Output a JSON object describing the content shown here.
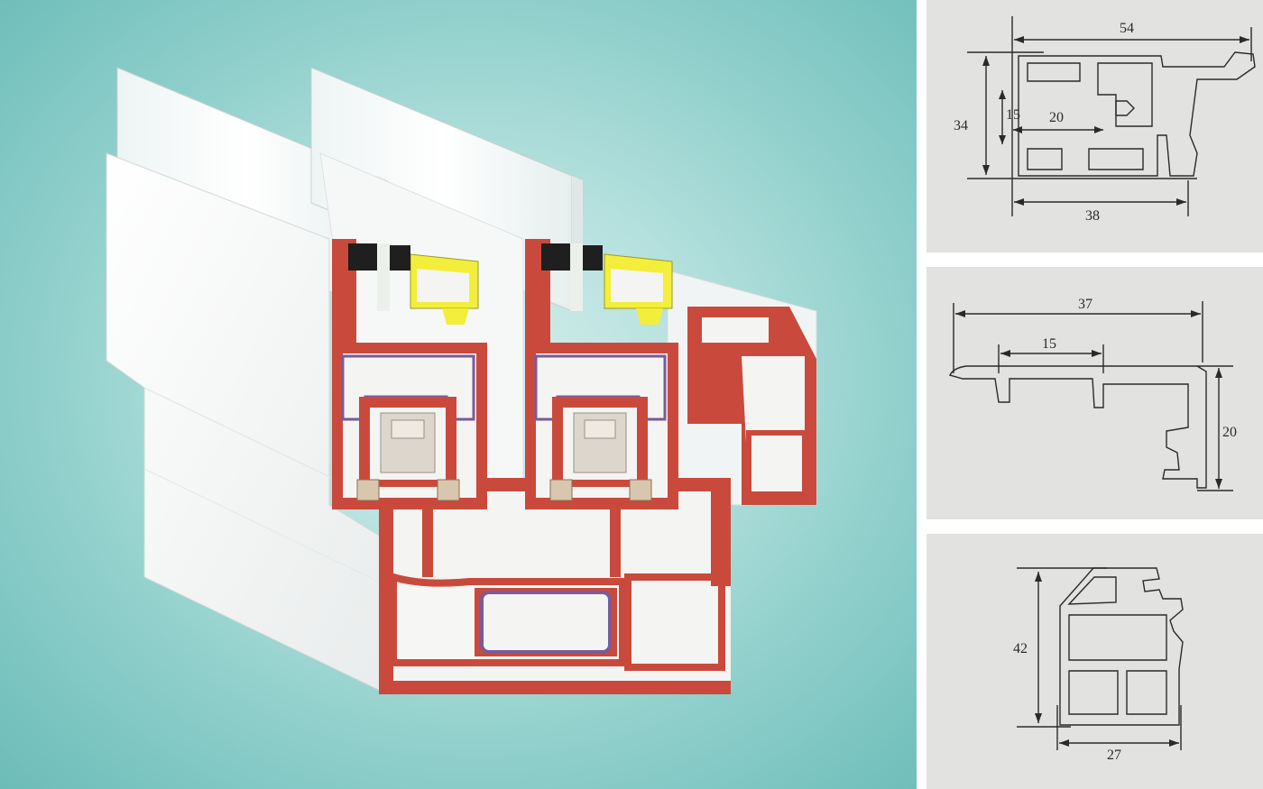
{
  "hero": {
    "colors": {
      "background": "#8fcfcb",
      "profile_frame": "#c94a3c",
      "profile_face": "#f4f4f2",
      "glazing_bead": "#f3ee3a",
      "gasket": "#1f1f1f",
      "reinforcement": "#7a5a9a",
      "roller": "#dcd6cc"
    }
  },
  "drawings": [
    {
      "id": "profile-1",
      "dimensions": {
        "width_top": "54",
        "height_left": "34",
        "inner_height": "15",
        "inner_width": "20",
        "width_bottom": "38"
      }
    },
    {
      "id": "profile-2",
      "dimensions": {
        "width_top": "37",
        "inner_width": "15",
        "height_right": "20"
      }
    },
    {
      "id": "profile-3",
      "dimensions": {
        "height_left": "42",
        "width_bottom": "27"
      }
    }
  ]
}
